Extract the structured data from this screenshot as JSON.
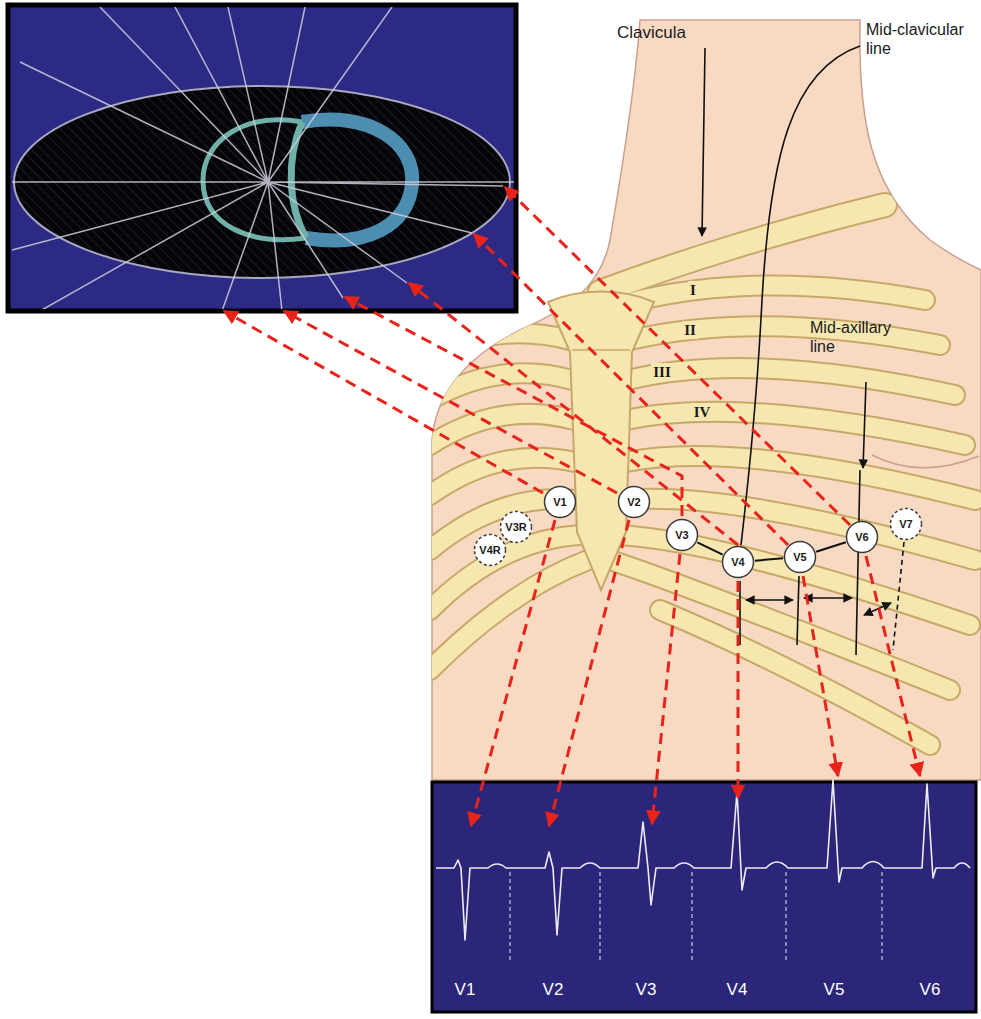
{
  "diagram": {
    "nodes": [
      {
        "text": [
          "V4R"
        ]
      },
      {
        "text": [
          "V3R"
        ]
      },
      {
        "text": [
          "V1"
        ]
      },
      {
        "text": [
          "V2"
        ]
      },
      {
        "text": [
          "V3"
        ]
      },
      {
        "text": [
          "V4"
        ]
      },
      {
        "text": [
          "V5"
        ]
      },
      {
        "text": [
          "V6"
        ]
      },
      {
        "text": [
          "V7"
        ]
      }
    ],
    "edges": [
      {
        "from": 4,
        "to": 5,
        "arrow": "none"
      },
      {
        "from": 5,
        "to": 6,
        "arrow": "none"
      },
      {
        "from": 6,
        "to": 7,
        "arrow": "none"
      }
    ],
    "labels": [
      "Clavicula",
      "Mid-clavicular line",
      "Mid-axillary line",
      "I",
      "II",
      "III",
      "IV",
      "V1",
      "V2",
      "V3",
      "V4",
      "V5",
      "V6"
    ]
  }
}
